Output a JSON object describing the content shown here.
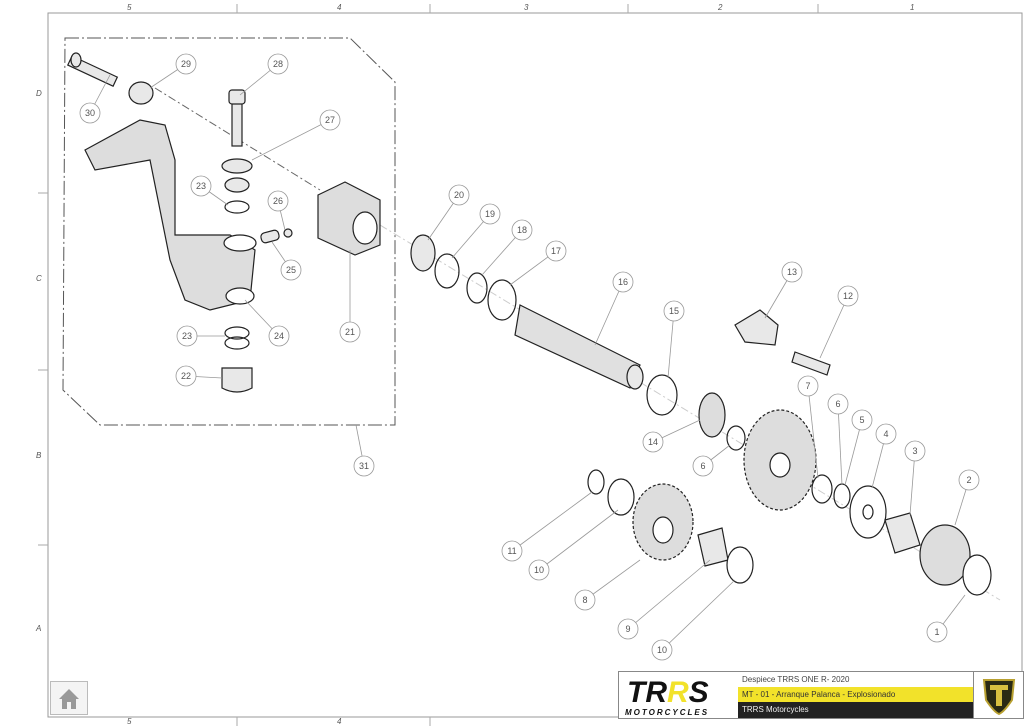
{
  "sheet": {
    "column_labels": [
      "5",
      "4",
      "3",
      "2",
      "1"
    ],
    "row_labels": [
      "D",
      "C",
      "B",
      "A"
    ]
  },
  "callouts": [
    "30",
    "29",
    "28",
    "27",
    "23",
    "26",
    "25",
    "24",
    "23",
    "22",
    "21",
    "20",
    "19",
    "18",
    "17",
    "16",
    "15",
    "14",
    "6",
    "13",
    "12",
    "7",
    "6",
    "5",
    "4",
    "3",
    "2",
    "1",
    "11",
    "10",
    "8",
    "9",
    "10",
    "31"
  ],
  "title_block": {
    "logo_text": "TRRS",
    "logo_subtext": "MOTORCYCLES",
    "description": "Despiece TRRS ONE R- 2020",
    "drawing_title": "MT - 01 - Arranque Palanca - Explosionado",
    "company": "TRRS Motorcycles",
    "accent_color": "#f2e22a",
    "dark_color": "#222222"
  },
  "home_button": {
    "icon": "home-icon"
  }
}
